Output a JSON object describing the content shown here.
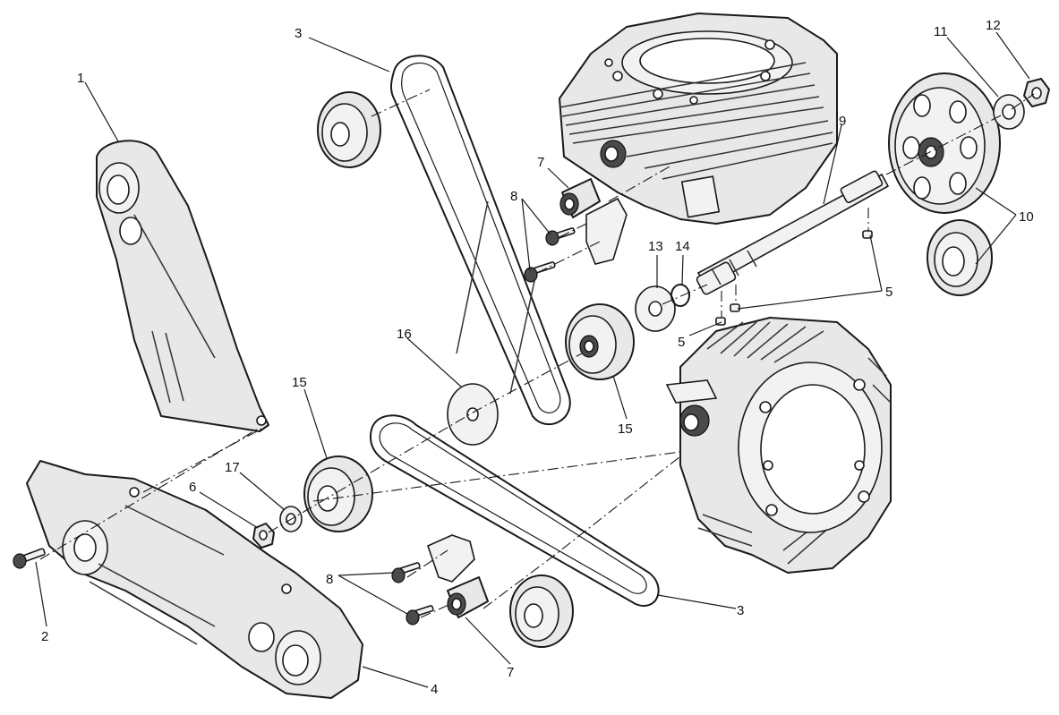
{
  "callouts": {
    "c1": "1",
    "c2": "2",
    "c3a": "3",
    "c3b": "3",
    "c4": "4",
    "c5a": "5",
    "c5b": "5",
    "c6": "6",
    "c7a": "7",
    "c7b": "7",
    "c8a": "8",
    "c8b": "8",
    "c9": "9",
    "c10": "10",
    "c11": "11",
    "c12": "12",
    "c13": "13",
    "c14": "14",
    "c15a": "15",
    "c15b": "15",
    "c16": "16",
    "c17": "17"
  }
}
